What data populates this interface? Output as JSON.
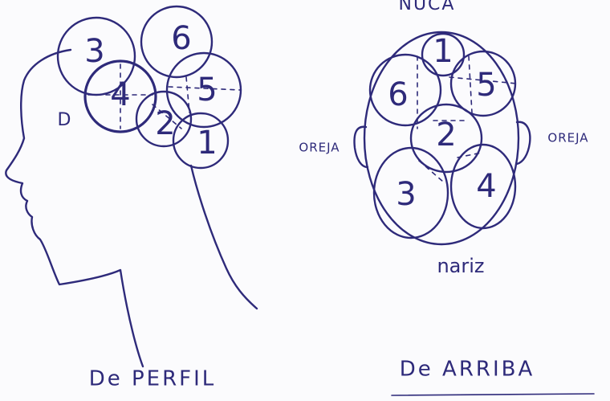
{
  "profile_view": {
    "caption": "De PERFIL",
    "eye_mark": "D",
    "regions": [
      "3",
      "6",
      "4",
      "5",
      "2",
      "1"
    ]
  },
  "top_view": {
    "caption": "De ARRIBA",
    "top_label": "NUCA",
    "left_ear": "OREJA",
    "right_ear": "OREJA",
    "bottom_label": "nariz",
    "regions": [
      "1",
      "6",
      "5",
      "2",
      "3",
      "4"
    ]
  },
  "colors": {
    "ink": "#2e2a7a",
    "paper": "#fbfbfd"
  }
}
